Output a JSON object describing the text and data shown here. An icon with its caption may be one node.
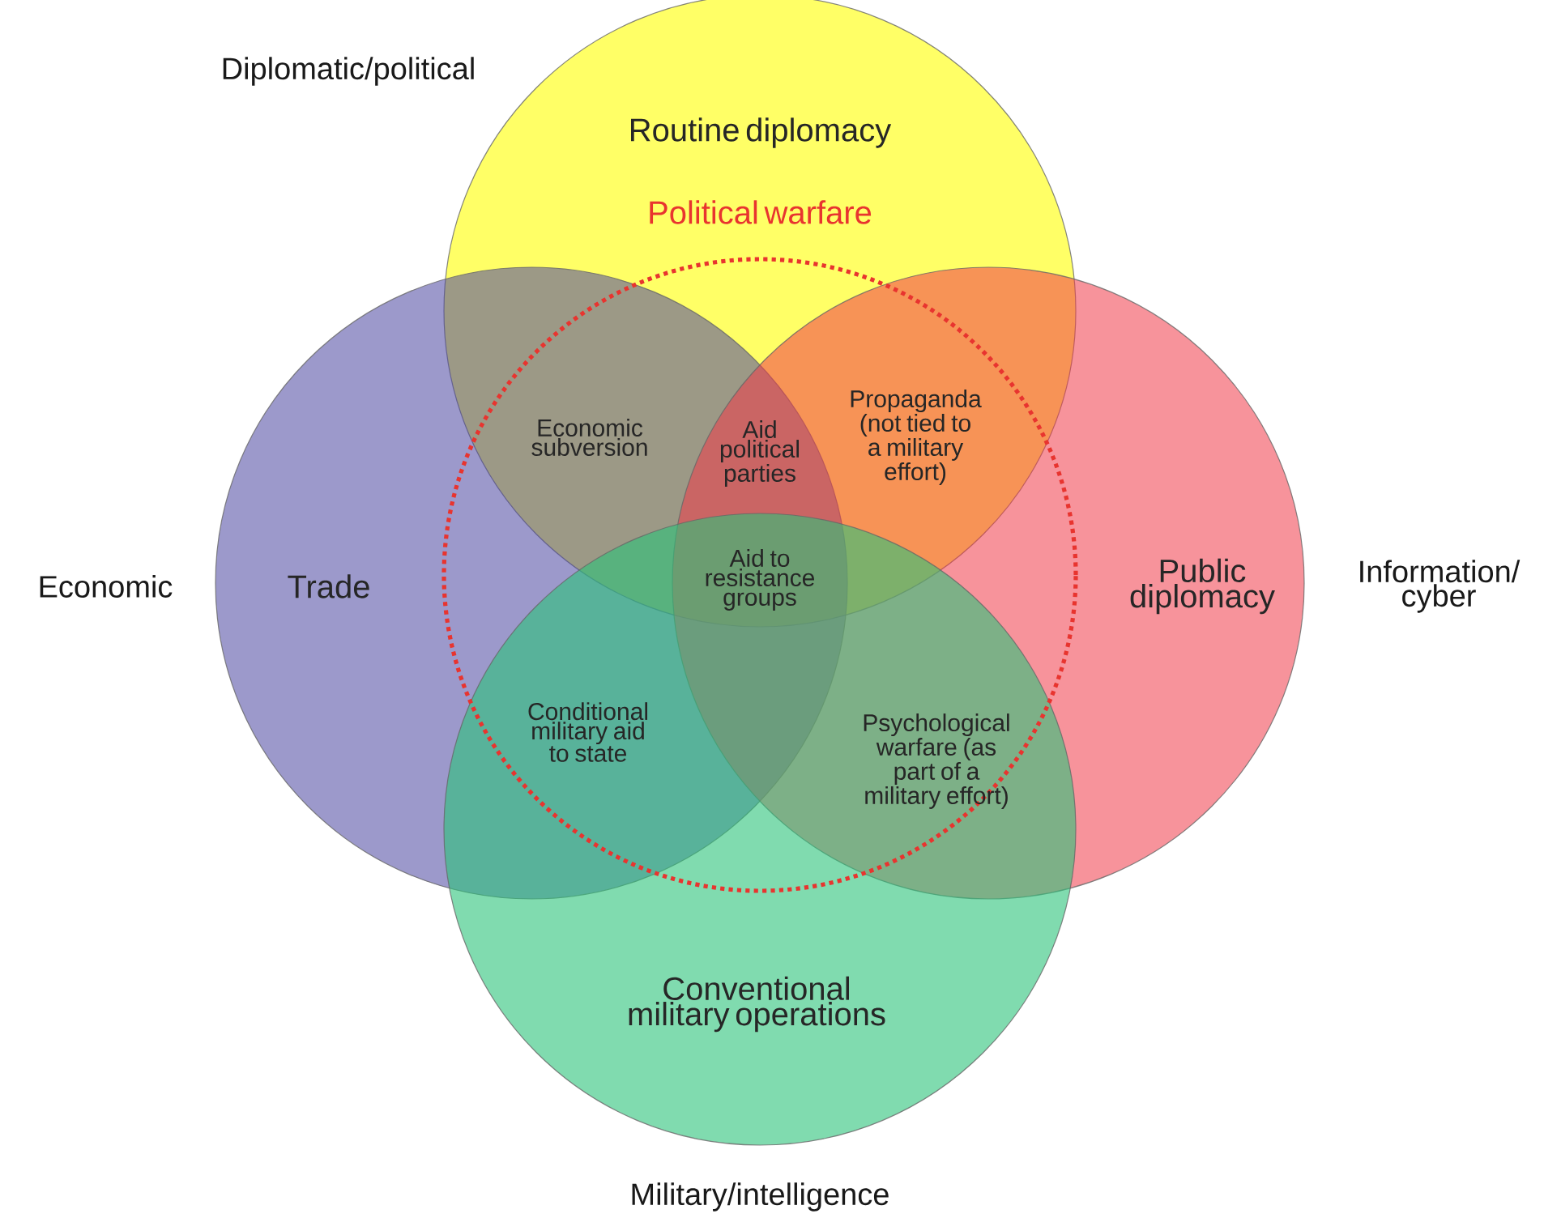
{
  "diagram": {
    "nodes": [
      {
        "text": [
          "Routine diplomacy"
        ],
        "beside": [
          "Diplomatic/political"
        ]
      },
      {
        "text": [
          "Trade"
        ],
        "beside": [
          "Economic"
        ]
      },
      {
        "text": [
          "Public diplomacy"
        ],
        "beside": [
          "Information/ cyber"
        ]
      },
      {
        "text": [
          "Conventional military operations"
        ],
        "beside": [
          "Military/intelligence"
        ]
      },
      {
        "text": [],
        "shape": "circle"
      }
    ],
    "edges": [],
    "labels": [
      "Political warfare",
      "Economic subversion",
      "Aid political parties",
      "Propaganda (not tied to a military effort)",
      "Aid to resistance groups",
      "Conditional military aid to state",
      "Psychological warfare (as part of a military effort)"
    ]
  }
}
